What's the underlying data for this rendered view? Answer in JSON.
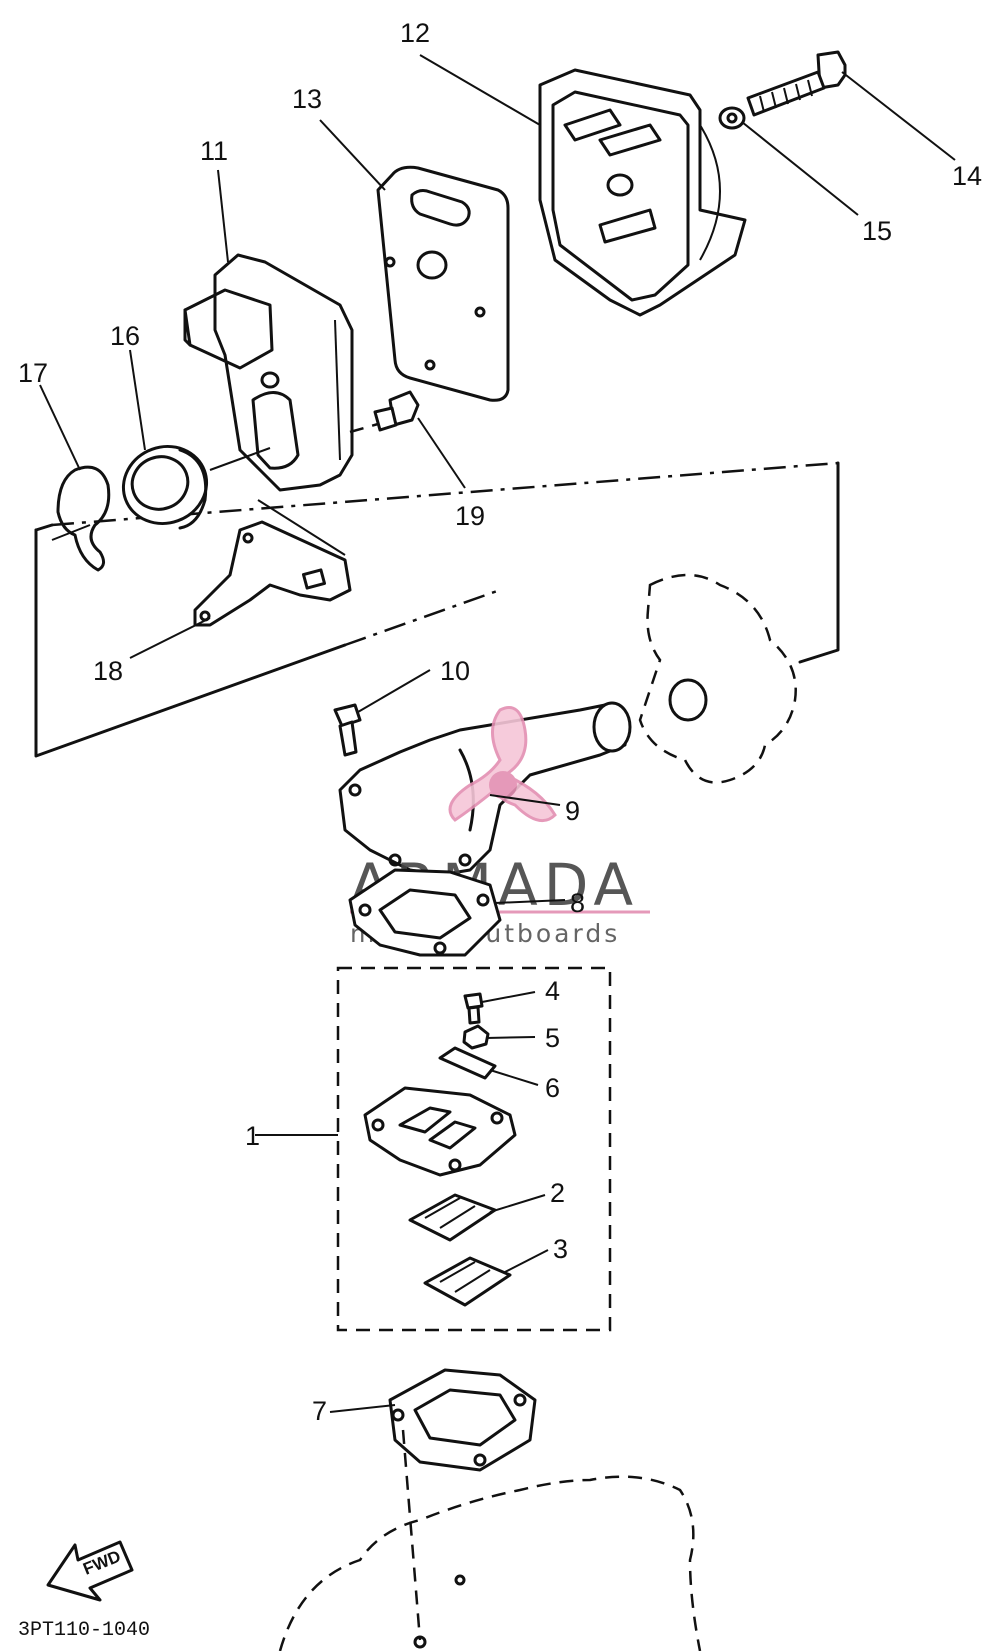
{
  "diagram_code": "3PT110-1040",
  "fwd_label": "FWD",
  "watermark": {
    "brand": "ARMADA",
    "tagline": "marine outboards",
    "accent_color": "#e38fb2"
  },
  "callouts": [
    {
      "id": "1",
      "text": "1"
    },
    {
      "id": "2",
      "text": "2"
    },
    {
      "id": "3",
      "text": "3"
    },
    {
      "id": "4",
      "text": "4"
    },
    {
      "id": "5",
      "text": "5"
    },
    {
      "id": "6",
      "text": "6"
    },
    {
      "id": "7",
      "text": "7"
    },
    {
      "id": "8",
      "text": "8"
    },
    {
      "id": "9",
      "text": "9"
    },
    {
      "id": "10",
      "text": "10"
    },
    {
      "id": "11",
      "text": "11"
    },
    {
      "id": "12",
      "text": "12"
    },
    {
      "id": "13",
      "text": "13"
    },
    {
      "id": "14",
      "text": "14"
    },
    {
      "id": "15",
      "text": "15"
    },
    {
      "id": "16",
      "text": "16"
    },
    {
      "id": "17",
      "text": "17"
    },
    {
      "id": "18",
      "text": "18"
    },
    {
      "id": "19",
      "text": "19"
    }
  ]
}
